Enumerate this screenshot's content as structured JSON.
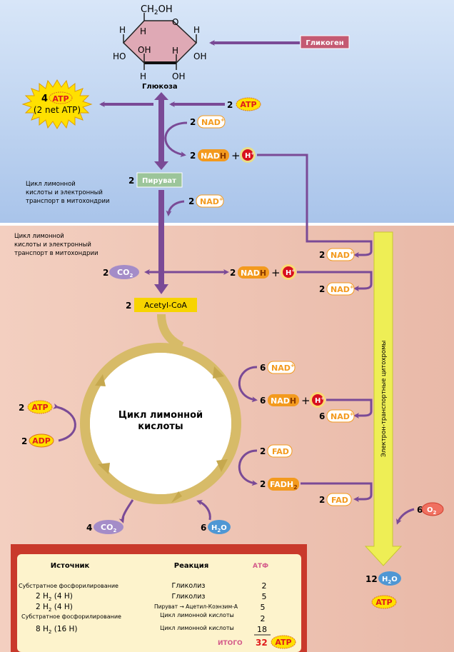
{
  "colors": {
    "top_bg": "#b8d0ee",
    "bottom_bg": "#eec5b5",
    "arrow": "#7a4a96",
    "atp_star": "#ffe000",
    "atp_text": "#e01b1b",
    "nadh": "#f39a1e",
    "nad_text": "#f39a1e",
    "h_plus": "#d8101e",
    "pyruvate": "#9cc59a",
    "acetyl": "#f7d400",
    "glycogen": "#c45a72",
    "cycle": "#d7bb68",
    "etc_arrow": "#eeee55",
    "co2": "#a48cc8",
    "h2o": "#4f97d4",
    "o2": "#f07060",
    "table_border": "#c9392b",
    "table_bg": "#fdf3cc"
  },
  "glucose": {
    "ch2oh": "CH",
    "ch2oh_sub": "2",
    "ch2oh_end": "OH",
    "o": "O",
    "h1": "H",
    "h2": "H",
    "h3": "H",
    "h4": "H",
    "h5": "H",
    "ho": "HO",
    "oh1": "OH",
    "oh2": "OH",
    "oh3": "OH",
    "label": "Глюкоза"
  },
  "glycogen": "Гликоген",
  "glycolysis": {
    "atp_out_count": "4",
    "atp_label": "ATP",
    "net_atp": "(2 net ATP)",
    "atp_in_count": "2",
    "nad_count": "2",
    "nad": "NAD",
    "plus_sup": "+",
    "nadh_count": "2",
    "nadh": "NAD",
    "nadh_h": "H",
    "plus": "+",
    "h": "H",
    "pyruvate_count": "2",
    "pyruvate": "Пируват",
    "nad2_count": "2"
  },
  "note_top": [
    "Цикл лимонной",
    "кислоты и электронный",
    "транспорт в митохондрии"
  ],
  "note_bottom": [
    "Цикл лимонной",
    "кислоты и электронный",
    "транспорт в митохондрии"
  ],
  "link": {
    "co2_count": "2",
    "two": "2",
    "nadh_count": "2",
    "acetyl_count": "2",
    "acetyl": "Acetyl-CoA",
    "nad_a_count": "2",
    "nad_b_count": "2"
  },
  "cycle": {
    "title1": "Цикл лимонной",
    "title2": "кислоты",
    "nad_in_count": "6",
    "nadh_count": "6",
    "nad_out_count": "6",
    "fad_in_count": "2",
    "fad": "FAD",
    "fadh2_count": "2",
    "fadh": "FADH",
    "fadh_sub": "2",
    "fad_out_count": "2",
    "atp_count": "2",
    "adp_count": "2",
    "adp": "ADP",
    "co2_count": "4",
    "h2o_count": "6"
  },
  "etc": {
    "label": "Электрон-транспортные цитохромы",
    "o2_count": "6",
    "o": "O",
    "o_sub": "2",
    "h2o_count": "12",
    "h2o_h": "H",
    "h2o_sub": "2",
    "h2o_o": "O"
  },
  "table": {
    "headers": [
      "Источник",
      "Реакция",
      "АТФ"
    ],
    "rows": [
      {
        "source": "Субстратное фосфорилирование",
        "reaction": "Гликолиз",
        "atp": "2"
      },
      {
        "source": "2 H",
        "source_sub": "2",
        "source_end": "(4 H)",
        "reaction": "Гликолиз",
        "atp": "5"
      },
      {
        "source": "2 H",
        "source_sub": "2",
        "source_end": "(4 H)",
        "reaction": "Пируват",
        "reaction_end": "Ацетил-Коэнзим-А",
        "atp": "5"
      },
      {
        "source": "Субстратное фосфорилирование",
        "reaction": "Цикл лимонной кислоты",
        "atp": "2"
      },
      {
        "source": "8 H",
        "source_sub": "2",
        "source_end": "(16 H)",
        "reaction": "Цикл лимонной кислоты",
        "atp": "18"
      }
    ],
    "total_label": "ИТОГО",
    "total": "32"
  }
}
